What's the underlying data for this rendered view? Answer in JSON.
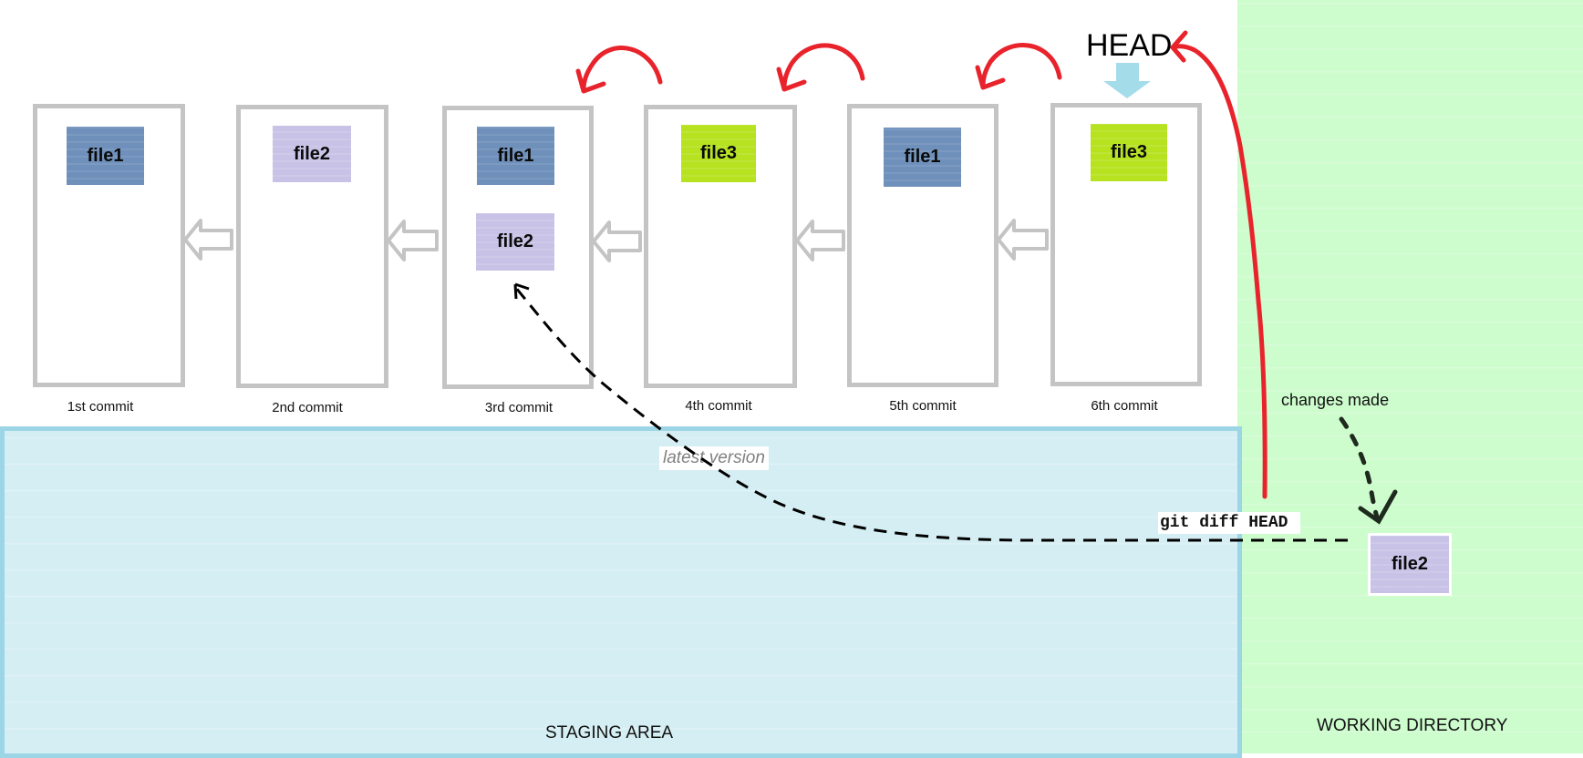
{
  "areas": {
    "staging_label": "STAGING AREA",
    "working_dir_label": "WORKING DIRECTORY"
  },
  "head_label": "HEAD",
  "commits": [
    {
      "label": "1st commit",
      "files": [
        "file1"
      ]
    },
    {
      "label": "2nd commit",
      "files": [
        "file2"
      ]
    },
    {
      "label": "3rd commit",
      "files": [
        "file1",
        "file2"
      ]
    },
    {
      "label": "4th commit",
      "files": [
        "file3"
      ]
    },
    {
      "label": "5th commit",
      "files": [
        "file1"
      ]
    },
    {
      "label": "6th commit",
      "files": [
        "file3"
      ]
    }
  ],
  "working_directory": {
    "file": "file2",
    "changes_label": "changes made"
  },
  "annotations": {
    "git_command": "git diff HEAD",
    "latest_version": "latest version"
  },
  "colors": {
    "file1": "#6f90bb",
    "file2": "#c8c2e6",
    "file3": "#b6e220",
    "commit_border": "#c4c4c4",
    "staging_fill": "#d4eef3",
    "working_dir_fill": "#cdfccd",
    "red_arrow": "#e8232b",
    "head_pointer": "#a4dcea"
  }
}
